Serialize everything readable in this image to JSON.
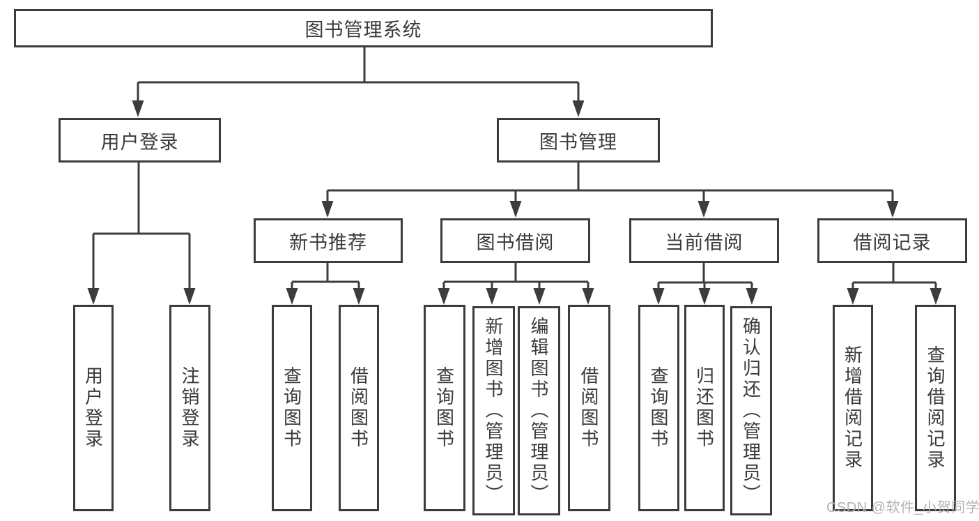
{
  "tree": {
    "label": "图书管理系统",
    "children": [
      {
        "label": "用户登录",
        "children": [
          {
            "label": "用户登录"
          },
          {
            "label": "注销登录"
          }
        ]
      },
      {
        "label": "图书管理",
        "children": [
          {
            "label": "新书推荐",
            "children": [
              {
                "label": "查询图书"
              },
              {
                "label": "借阅图书"
              }
            ]
          },
          {
            "label": "图书借阅",
            "children": [
              {
                "label": "查询图书"
              },
              {
                "label": "新增图书（管理员）"
              },
              {
                "label": "编辑图书（管理员）"
              },
              {
                "label": "借阅图书"
              }
            ]
          },
          {
            "label": "当前借阅",
            "children": [
              {
                "label": "查询图书"
              },
              {
                "label": "归还图书"
              },
              {
                "label": "确认归还（管理员）"
              }
            ]
          },
          {
            "label": "借阅记录",
            "children": [
              {
                "label": "新增借阅记录"
              },
              {
                "label": "查询借阅记录"
              }
            ]
          }
        ]
      }
    ]
  },
  "watermark": "CSDN @软件_小贺同学",
  "colors": {
    "line": "#3c3c3c",
    "text": "#3a3a3a",
    "watermark": "#b2b2b2",
    "background": "#ffffff"
  }
}
